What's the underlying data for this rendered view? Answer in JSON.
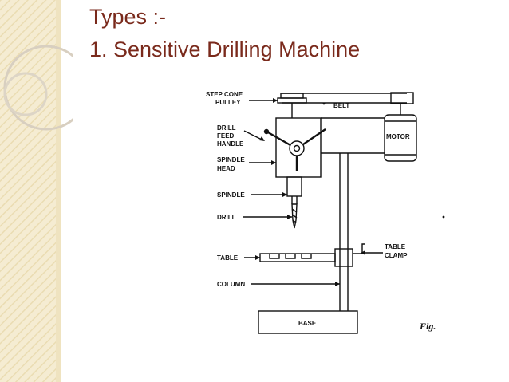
{
  "slide": {
    "title_line1": "Types :-",
    "title_line2": "1. Sensitive Drilling Machine",
    "title_color": "#7a2a1c",
    "sidebar_color": "#f3e9cc"
  },
  "diagram": {
    "labels": {
      "step_cone_1": "STEP CONE",
      "step_cone_2": "PULLEY",
      "belt": "BELT",
      "motor": "MOTOR",
      "drill_feed_1": "DRILL",
      "drill_feed_2": "FEED",
      "drill_feed_3": "HANDLE",
      "spindle_head_1": "SPINDLE",
      "spindle_head_2": "HEAD",
      "spindle": "SPINDLE",
      "drill": "DRILL",
      "table": "TABLE",
      "table_clamp_1": "TABLE",
      "table_clamp_2": "CLAMP",
      "column": "COLUMN",
      "base": "BASE",
      "fig": "Fig."
    }
  }
}
